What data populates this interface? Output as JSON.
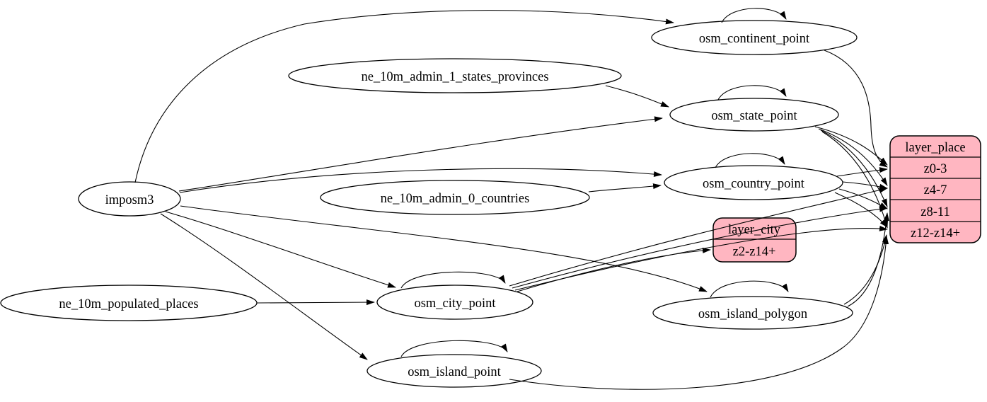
{
  "diagram": {
    "type": "etl-graph",
    "colors": {
      "background": "#ffffff",
      "edge": "#000000",
      "ellipse_fill": "#ffffff",
      "record_fill": "#ffb6c1",
      "stroke": "#000000"
    },
    "nodes": {
      "imposm3": {
        "type": "ellipse",
        "label": "imposm3"
      },
      "ne_10m_admin_1_states_provinces": {
        "type": "ellipse",
        "label": "ne_10m_admin_1_states_provinces"
      },
      "ne_10m_admin_0_countries": {
        "type": "ellipse",
        "label": "ne_10m_admin_0_countries"
      },
      "ne_10m_populated_places": {
        "type": "ellipse",
        "label": "ne_10m_populated_places"
      },
      "osm_continent_point": {
        "type": "ellipse",
        "label": "osm_continent_point",
        "self_loop": true
      },
      "osm_state_point": {
        "type": "ellipse",
        "label": "osm_state_point",
        "self_loop": true
      },
      "osm_country_point": {
        "type": "ellipse",
        "label": "osm_country_point",
        "self_loop": true
      },
      "osm_city_point": {
        "type": "ellipse",
        "label": "osm_city_point",
        "self_loop": true
      },
      "osm_island_polygon": {
        "type": "ellipse",
        "label": "osm_island_polygon",
        "self_loop": true
      },
      "osm_island_point": {
        "type": "ellipse",
        "label": "osm_island_point",
        "self_loop": true
      },
      "layer_city": {
        "type": "record",
        "label": "layer_city",
        "rows": [
          "z2-z14+"
        ]
      },
      "layer_place": {
        "type": "record",
        "label": "layer_place",
        "rows": [
          "z0-3",
          "z4-7",
          "z8-11",
          "z12-z14+"
        ]
      }
    },
    "edges": [
      {
        "from": "imposm3",
        "to": "osm_continent_point"
      },
      {
        "from": "imposm3",
        "to": "osm_state_point"
      },
      {
        "from": "imposm3",
        "to": "osm_country_point"
      },
      {
        "from": "imposm3",
        "to": "osm_city_point"
      },
      {
        "from": "imposm3",
        "to": "osm_island_polygon"
      },
      {
        "from": "imposm3",
        "to": "osm_island_point"
      },
      {
        "from": "ne_10m_admin_1_states_provinces",
        "to": "osm_state_point"
      },
      {
        "from": "ne_10m_admin_0_countries",
        "to": "osm_country_point"
      },
      {
        "from": "ne_10m_populated_places",
        "to": "osm_city_point"
      },
      {
        "from": "osm_continent_point",
        "to": "osm_continent_point"
      },
      {
        "from": "osm_state_point",
        "to": "osm_state_point"
      },
      {
        "from": "osm_country_point",
        "to": "osm_country_point"
      },
      {
        "from": "osm_city_point",
        "to": "osm_city_point"
      },
      {
        "from": "osm_island_polygon",
        "to": "osm_island_polygon"
      },
      {
        "from": "osm_island_point",
        "to": "osm_island_point"
      },
      {
        "from": "osm_continent_point",
        "to": "layer_place",
        "row": "z0-3"
      },
      {
        "from": "osm_state_point",
        "to": "layer_place",
        "row": "z0-3"
      },
      {
        "from": "osm_state_point",
        "to": "layer_place",
        "row": "z4-7"
      },
      {
        "from": "osm_state_point",
        "to": "layer_place",
        "row": "z8-11"
      },
      {
        "from": "osm_state_point",
        "to": "layer_place",
        "row": "z12-z14+"
      },
      {
        "from": "osm_country_point",
        "to": "layer_place",
        "row": "z0-3"
      },
      {
        "from": "osm_country_point",
        "to": "layer_place",
        "row": "z4-7"
      },
      {
        "from": "osm_country_point",
        "to": "layer_place",
        "row": "z8-11"
      },
      {
        "from": "osm_country_point",
        "to": "layer_place",
        "row": "z12-z14+"
      },
      {
        "from": "osm_city_point",
        "to": "layer_city",
        "row": "z2-z14+"
      },
      {
        "from": "osm_city_point",
        "to": "layer_place",
        "row": "z4-7"
      },
      {
        "from": "osm_city_point",
        "to": "layer_place",
        "row": "z8-11"
      },
      {
        "from": "osm_city_point",
        "to": "layer_place",
        "row": "z12-z14+"
      },
      {
        "from": "osm_island_polygon",
        "to": "layer_place",
        "row": "z8-11"
      },
      {
        "from": "osm_island_polygon",
        "to": "layer_place",
        "row": "z12-z14+"
      },
      {
        "from": "osm_island_point",
        "to": "layer_place",
        "row": "z12-z14+"
      }
    ]
  }
}
